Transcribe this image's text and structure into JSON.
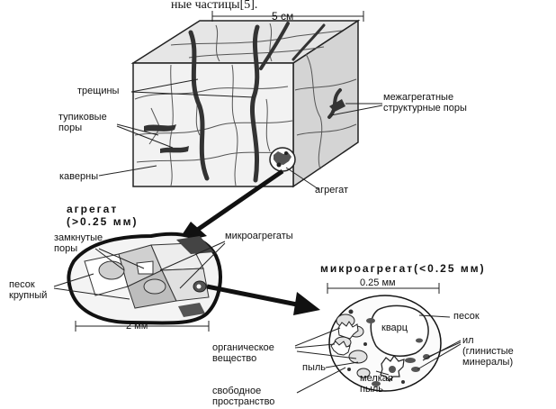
{
  "header_fragment": "ные частицы[5].",
  "block": {
    "scale": "5 см",
    "labels": {
      "cracks": "трещины",
      "deadend_pores": "тупиковые\nпоры",
      "caverns": "каверны",
      "interaggregate_pores": "межагрегатные\nструктурные поры",
      "aggregate": "агрегат"
    }
  },
  "aggregate": {
    "title": "агрегат\n(>0.25 мм)",
    "scale": "2 мм",
    "labels": {
      "closed_pores": "замкнутые\nпоры",
      "microaggregates": "микроагрегаты",
      "coarse_sand": "песок\nкрупный"
    }
  },
  "microaggregate": {
    "title": "микроагрегат(<0.25 мм)",
    "scale": "0.25 мм",
    "labels": {
      "sand": "песок",
      "quartz": "кварц",
      "silt_clay": "ил\n(глинистые\nминералы)",
      "organic": "органическое\nвещество",
      "dust": "пыль",
      "fine_dust": "мелкая\nпыль",
      "free_space": "свободное\nпространство"
    }
  }
}
